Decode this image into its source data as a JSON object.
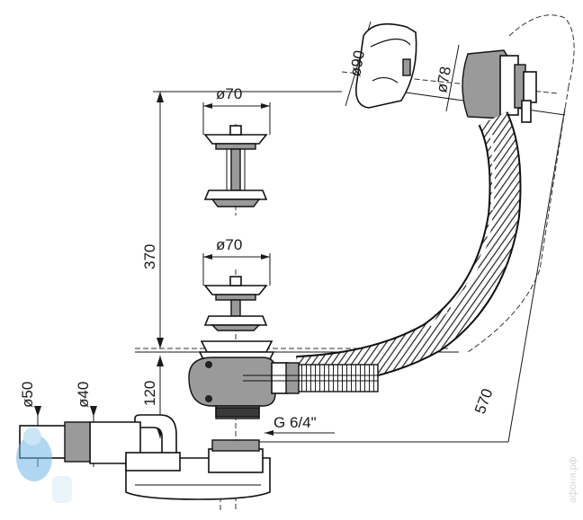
{
  "dimensions": {
    "d90": "ø90",
    "d78": "ø78",
    "d70_top": "ø70",
    "d70_mid": "ø70",
    "h370": "370",
    "h120": "120",
    "d50": "ø50",
    "d40": "ø40",
    "thread": "G 6/4\"",
    "len570": "570"
  },
  "watermark": {
    "text": "афоня.рф"
  },
  "colors": {
    "line": "#1a1a1a",
    "hose": "#2b2b2b",
    "metal": "#9a9a9a",
    "logo_blue": "#6fb7e6"
  }
}
